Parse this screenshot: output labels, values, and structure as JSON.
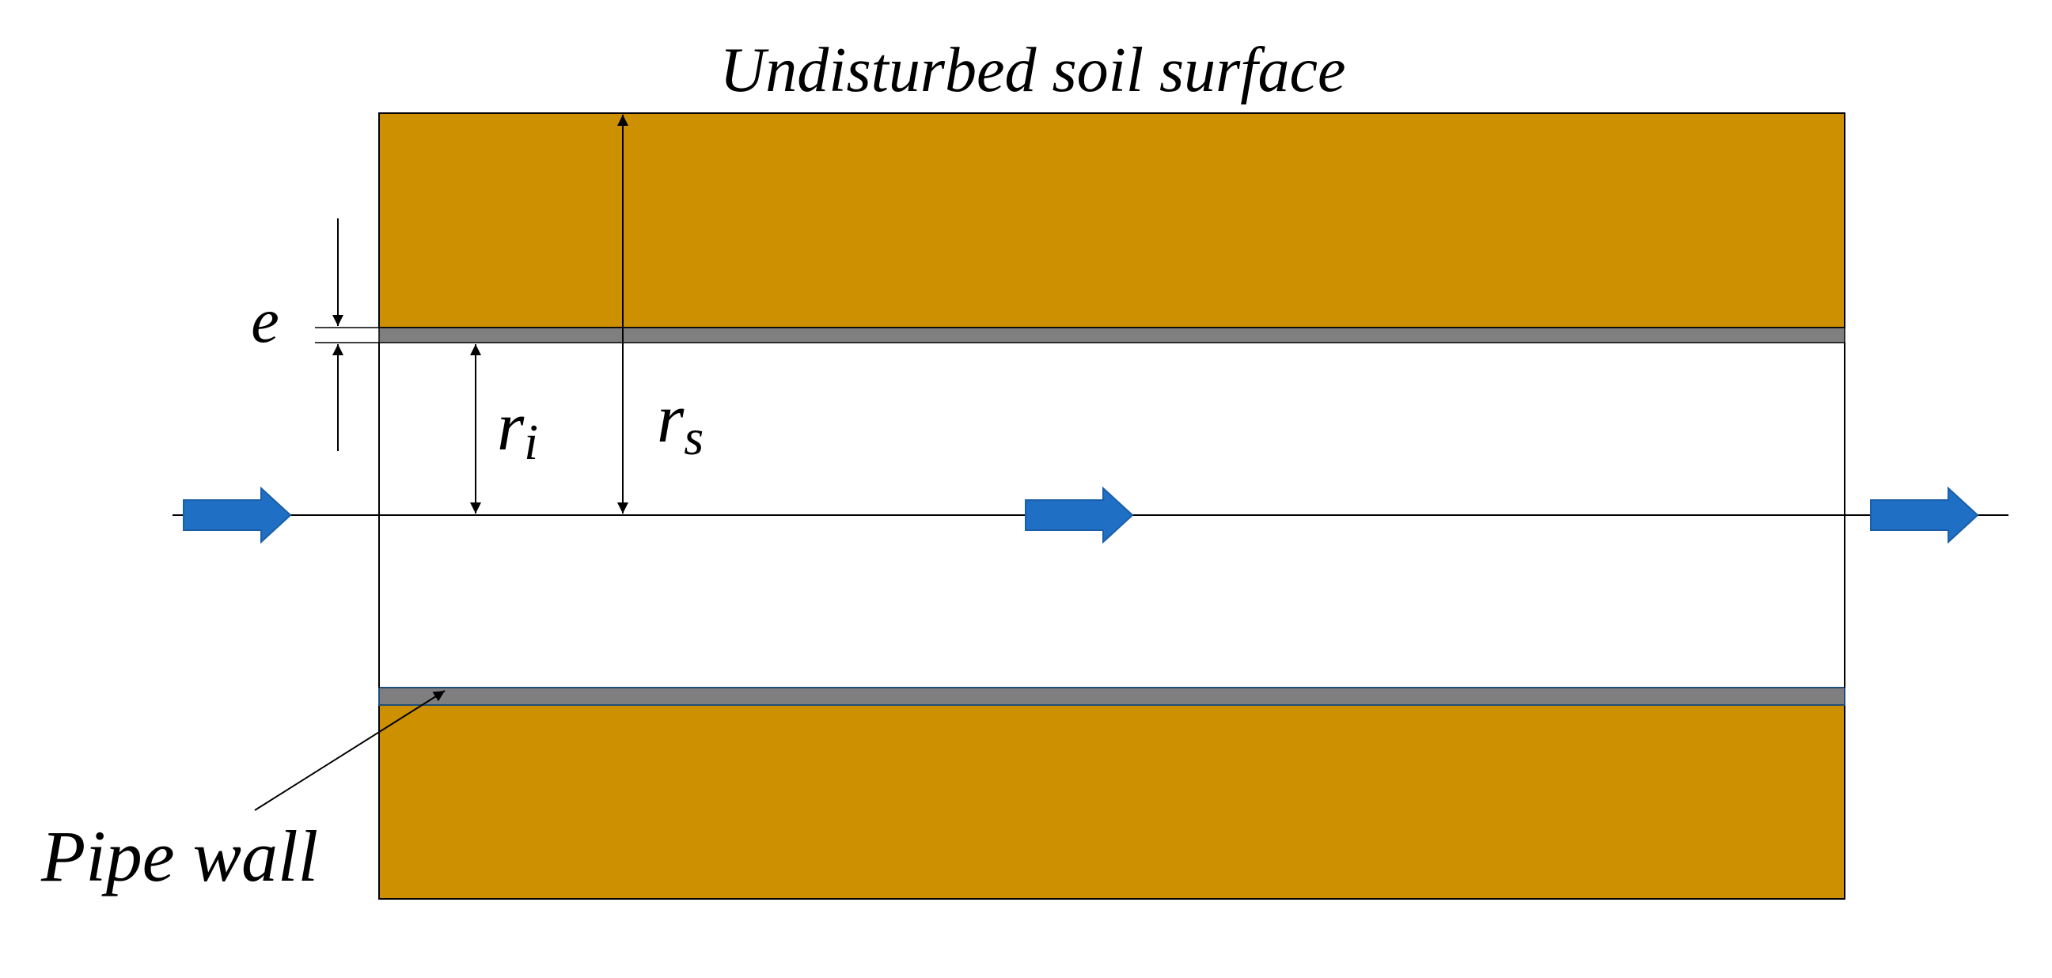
{
  "labels": {
    "soil_surface": "Undisturbed soil surface",
    "pipe_wall": "Pipe wall",
    "e": "e",
    "r_i_main": "r",
    "r_i_sub": "i",
    "r_s_main": "r",
    "r_s_sub": "s"
  },
  "colors": {
    "soil": "#CC9000",
    "pipe_wall": "#7F7F7F",
    "flow_arrow": "#1F6FC5",
    "line": "#000000",
    "background": "#FFFFFF"
  },
  "flow_arrows": {
    "count": 3,
    "icon": "right-arrow-icon"
  }
}
